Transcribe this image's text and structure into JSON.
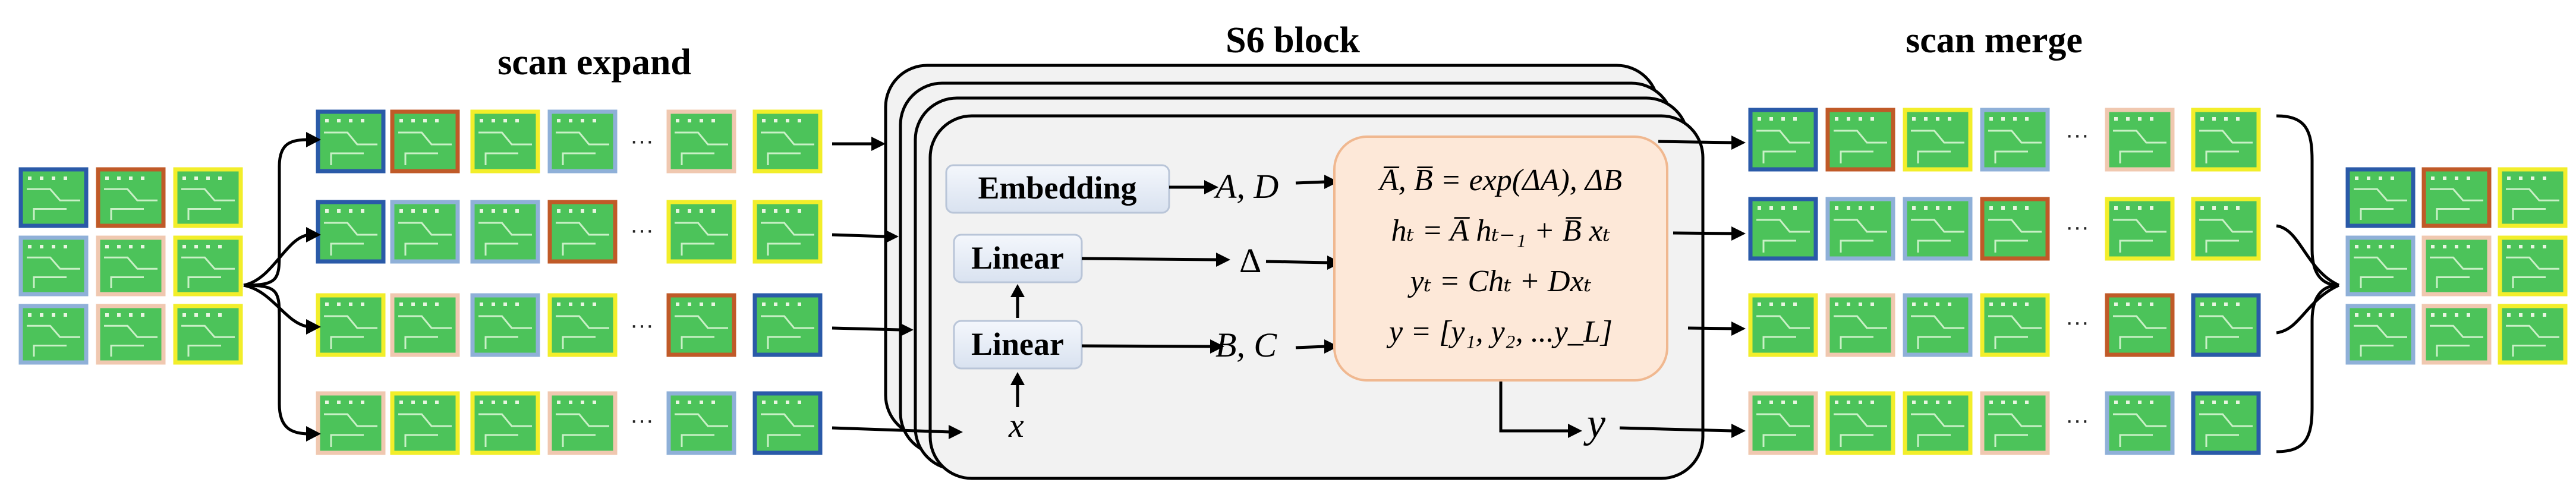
{
  "titles": {
    "scan_expand": "scan expand",
    "s6_block": "S6 block",
    "scan_merge": "scan merge"
  },
  "blocks": {
    "embedding": "Embedding",
    "linear_top": "Linear",
    "linear_bottom": "Linear"
  },
  "symbols": {
    "a_d": "A, D",
    "delta": "Δ",
    "b_c": "B, C",
    "x": "x",
    "y": "y",
    "dots": "···"
  },
  "equations": [
    "A̅, B̅ = exp(ΔA), ΔB",
    "hₜ = A̅ hₜ₋₁ + B̅ xₜ",
    "yₜ = Chₜ + Dxₜ",
    "y = [y₁, y₂, ...y_L]"
  ],
  "colors": {
    "patch_green": "#4cc35a",
    "frame_blue": "#2a5aa8",
    "frame_orange": "#c05a28",
    "frame_yellow": "#f2ee2a",
    "frame_lightblue": "#8fb0d8",
    "frame_peach": "#f0c8b0",
    "equation_fill": "#fde8d8",
    "linear_fill": "#e6ecf6",
    "block_fill": "#f2f2f2"
  },
  "frames_grid_input": [
    "blue",
    "orange",
    "yellow",
    "lightblue",
    "peach",
    "yellow",
    "lightblue",
    "peach",
    "yellow"
  ],
  "frames_expand_rows": [
    [
      "blue",
      "orange",
      "yellow",
      "lightblue",
      "peach",
      "yellow"
    ],
    [
      "blue",
      "lightblue",
      "lightblue",
      "orange",
      "yellow",
      "yellow"
    ],
    [
      "yellow",
      "peach",
      "lightblue",
      "yellow",
      "orange",
      "blue"
    ],
    [
      "peach",
      "yellow",
      "yellow",
      "peach",
      "lightblue",
      "blue"
    ]
  ],
  "frames_merge_rows": [
    [
      "blue",
      "orange",
      "yellow",
      "lightblue",
      "peach",
      "yellow"
    ],
    [
      "blue",
      "lightblue",
      "lightblue",
      "orange",
      "yellow",
      "yellow"
    ],
    [
      "yellow",
      "peach",
      "lightblue",
      "yellow",
      "orange",
      "blue"
    ],
    [
      "peach",
      "yellow",
      "yellow",
      "peach",
      "lightblue",
      "blue"
    ]
  ],
  "frames_grid_output": [
    "blue",
    "orange",
    "yellow",
    "lightblue",
    "peach",
    "yellow",
    "lightblue",
    "peach",
    "yellow"
  ]
}
